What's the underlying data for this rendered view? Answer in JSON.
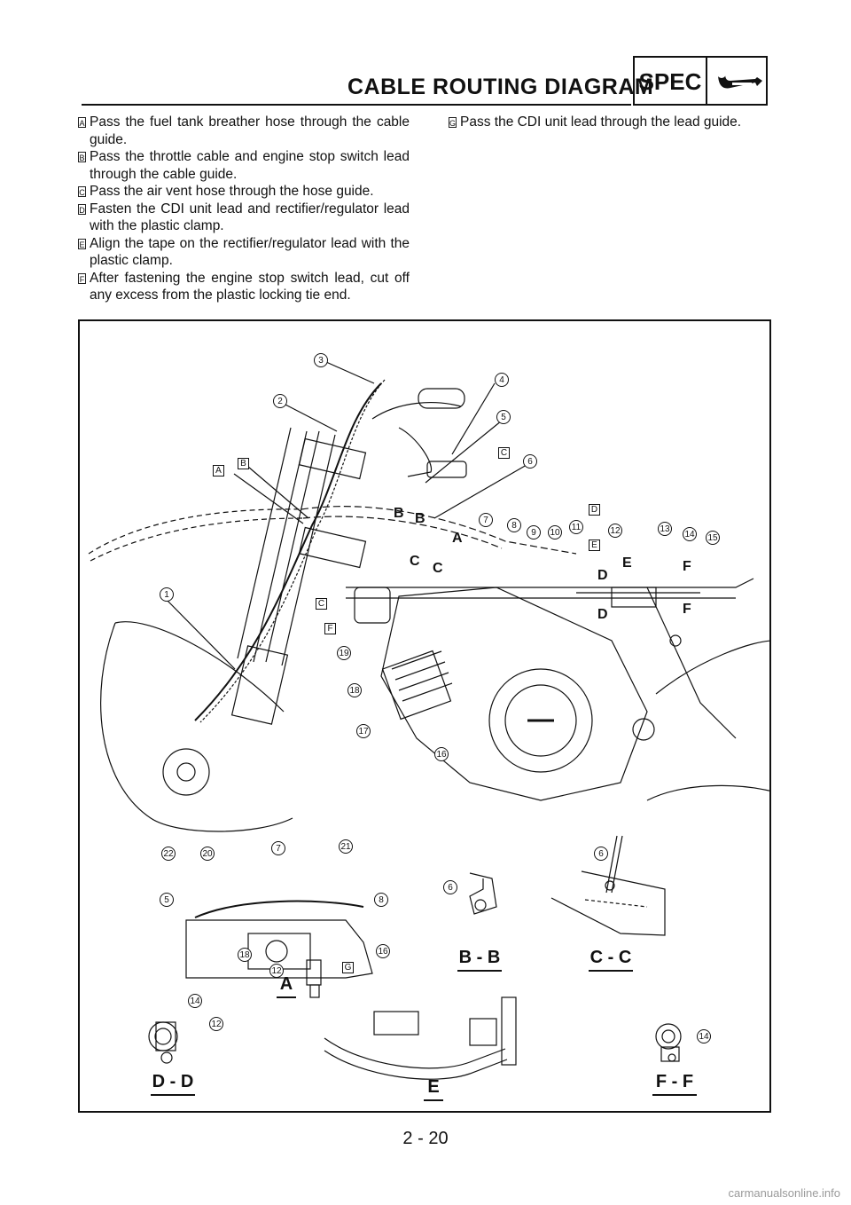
{
  "header": {
    "title": "CABLE ROUTING DIAGRAM",
    "section": "SPEC",
    "section_icon": "wrench-icon"
  },
  "notes_left": [
    {
      "tag": "A",
      "text": "Pass the fuel tank breather hose through the cable guide."
    },
    {
      "tag": "B",
      "text": "Pass the throttle cable and engine stop switch lead through the cable guide."
    },
    {
      "tag": "C",
      "text": "Pass the air vent hose through the hose guide."
    },
    {
      "tag": "D",
      "text": "Fasten the CDI unit lead and rectifier/regulator lead with the plastic clamp."
    },
    {
      "tag": "E",
      "text": "Align the tape on the rectifier/regulator lead with the plastic clamp."
    },
    {
      "tag": "F",
      "text": "After fastening the engine stop switch lead, cut off any excess from the plastic locking tie end."
    }
  ],
  "notes_right": [
    {
      "tag": "G",
      "text": "Pass the CDI unit lead through the lead guide."
    }
  ],
  "figure": {
    "callouts": [
      "1",
      "2",
      "3",
      "4",
      "5",
      "6",
      "7",
      "8",
      "9",
      "10",
      "11",
      "12",
      "13",
      "14",
      "15",
      "16",
      "17",
      "18",
      "19",
      "20",
      "21",
      "22"
    ],
    "tag_letters": [
      "A",
      "B",
      "C",
      "D",
      "E",
      "F",
      "G"
    ],
    "section_letters": {
      "b": "B",
      "c": "C",
      "a": "A",
      "d": "D",
      "e": "E",
      "f": "F"
    },
    "captions": {
      "bb": "B - B",
      "cc": "C - C",
      "a": "A",
      "dd": "D - D",
      "e": "E",
      "ff": "F - F"
    }
  },
  "page_number": "2 - 20",
  "footer": "carmanualsonline.info"
}
